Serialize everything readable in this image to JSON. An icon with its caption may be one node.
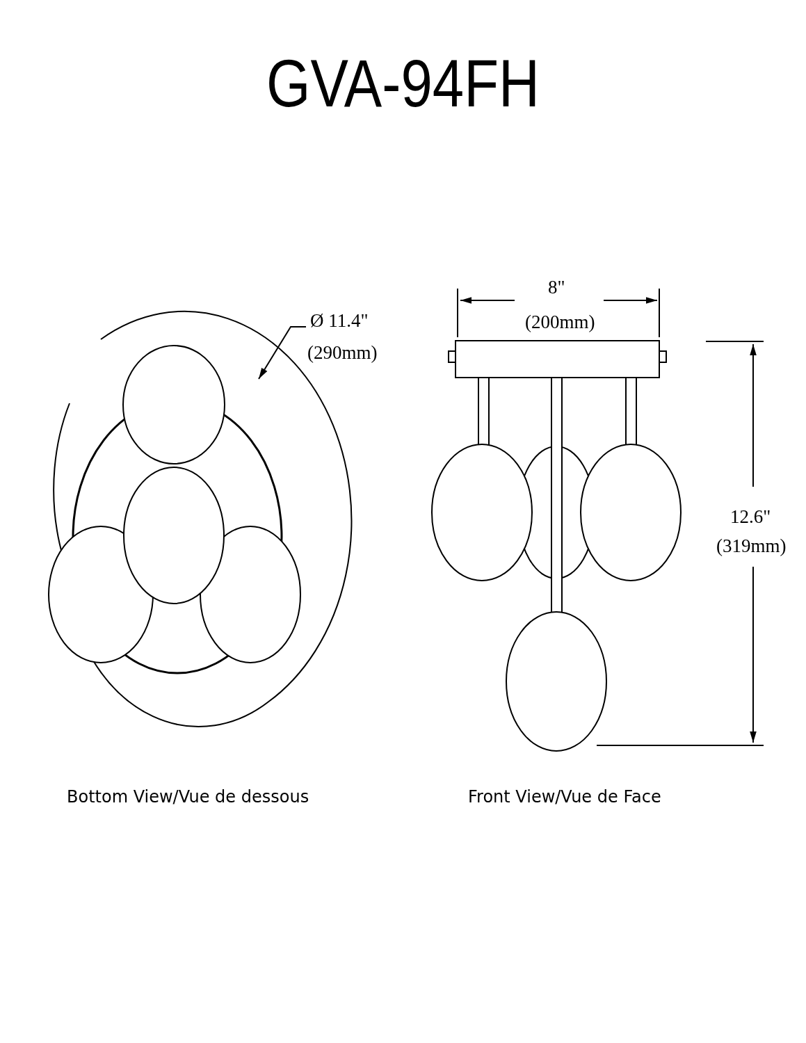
{
  "diagram": {
    "title": "GVA-94FH",
    "labels": [
      "Ø 11.4\"",
      "(290mm)",
      "8\"",
      "(200mm)",
      "12.6\"",
      "(319mm)",
      "Bottom View/Vue de dessous",
      "Front View/Vue de Face"
    ]
  }
}
